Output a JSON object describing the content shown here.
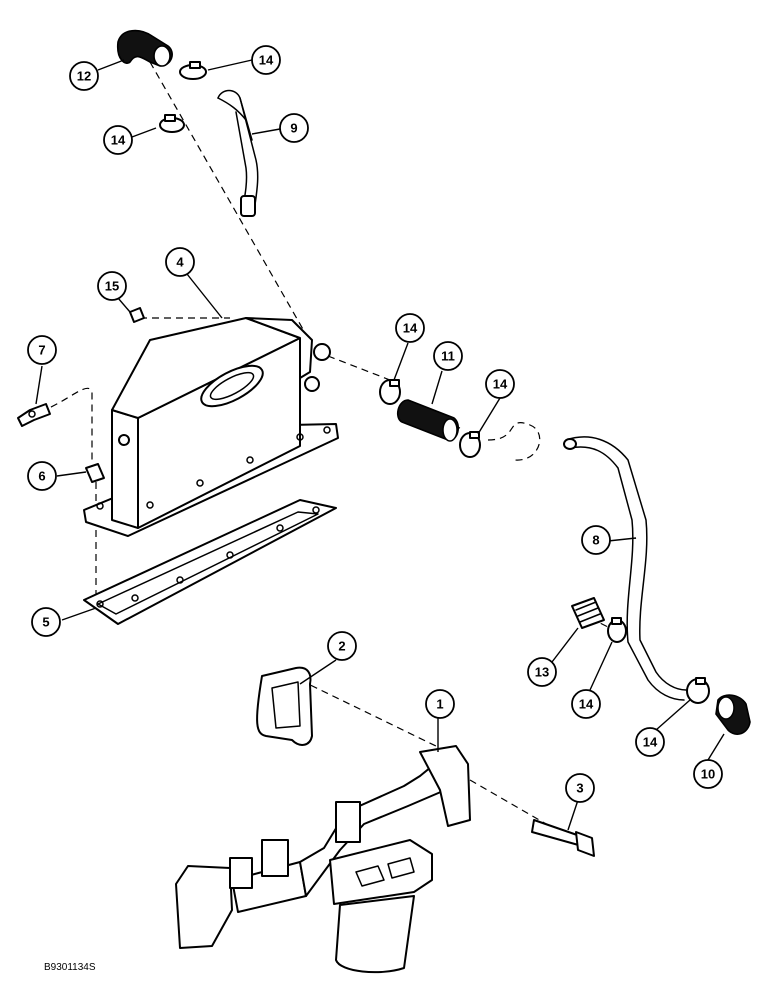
{
  "callouts": {
    "c1": "1",
    "c2": "2",
    "c3": "3",
    "c4": "4",
    "c5": "5",
    "c6": "6",
    "c7": "7",
    "c8": "8",
    "c9": "9",
    "c10": "10",
    "c11": "11",
    "c12": "12",
    "c13": "13",
    "c14a": "14",
    "c14b": "14",
    "c14c": "14",
    "c14d": "14",
    "c14e": "14",
    "c14f": "14",
    "c15": "15"
  },
  "figure_code": "B9301134S"
}
